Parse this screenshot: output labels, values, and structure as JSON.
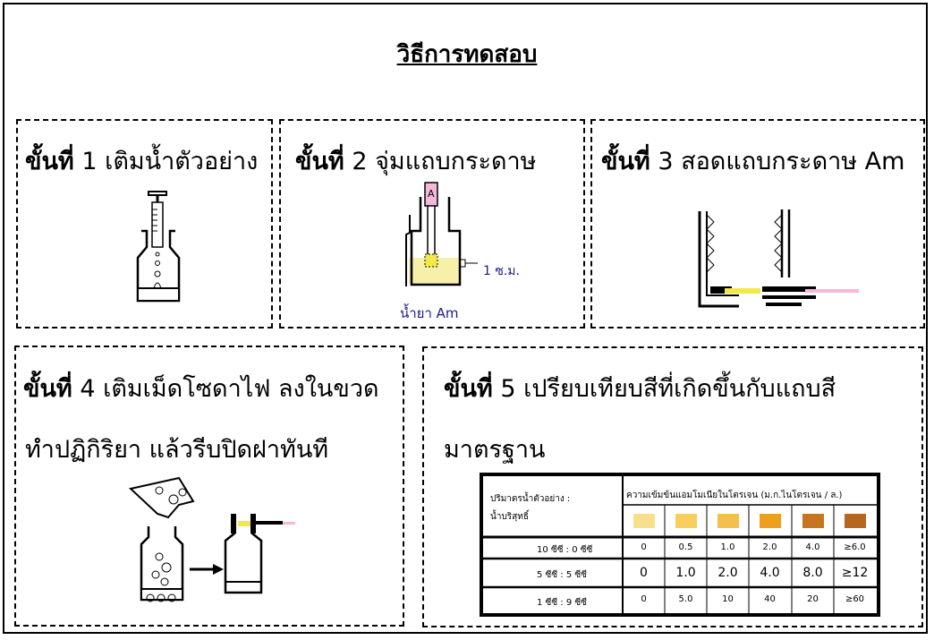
{
  "title": "วิธีการทดสอบ",
  "steps": [
    {
      "label": "ขั้นที่",
      "num": "1",
      "text": "เติมน้ำตัวอย่าง"
    },
    {
      "label": "ขั้นที่",
      "num": "2",
      "text": "จุ่มแถบกระดาษ"
    },
    {
      "label": "ขั้นที่",
      "num": "3",
      "text": "สอดแถบกระดาษ Am"
    },
    {
      "label": "ขั้นที่",
      "num": "4",
      "text": "เติมเม็ดโซดาไฟ ลงในขวด",
      "text2": "ทำปฏิกิริยา แล้วรีบปิดฝาทันที"
    },
    {
      "label": "ขั้นที่",
      "num": "5",
      "text": "เปรียบเทียบสีที่เกิดขึ้นกับแถบสี",
      "text2": "มาตรฐาน"
    }
  ],
  "step2_labels": {
    "strip_letter": "A",
    "one_cm": "1 ซ.ม.",
    "reagent": "น้ำยา Am"
  },
  "table": {
    "left_header_line1": "ปริมาตรน้ำตัวอย่าง :",
    "left_header_line2": "น้ำบริสุทธิ์",
    "right_header": "ความเข้มข้นแอมโมเนียในโตรเจน (ม.ก.ไนโตรเจน / ล.)",
    "swatch_colors": [
      "#f8e08a",
      "#f7cf5a",
      "#f4bf4a",
      "#ef9e1e",
      "#c8761e",
      "#b8661e"
    ],
    "rows": [
      {
        "label": "10 ซีซี : 0 ซีซี",
        "values": [
          "0",
          "0.5",
          "1.0",
          "2.0",
          "4.0",
          "≥6.0"
        ]
      },
      {
        "label": "5 ซีซี : 5 ซีซี",
        "values": [
          "0",
          "1.0",
          "2.0",
          "4.0",
          "8.0",
          "≥12"
        ]
      },
      {
        "label": "1 ซีซี : 9 ซีซี",
        "values": [
          "0",
          "5.0",
          "10",
          "40",
          "20",
          "≥60"
        ]
      }
    ]
  },
  "colors": {
    "reagent": "#f6f0a8",
    "strip_pink": "#f5b8d8",
    "yellow": "#f3e84a",
    "label_blue": "#1a1a8c"
  }
}
